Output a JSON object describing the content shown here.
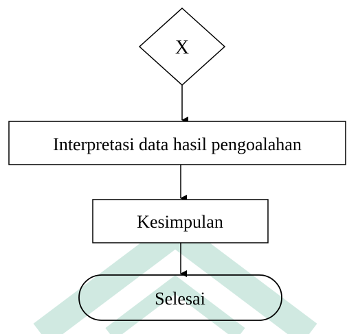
{
  "flowchart": {
    "connector": {
      "label": "X"
    },
    "steps": [
      {
        "label": "Interpretasi data hasil pengoalahan"
      },
      {
        "label": "Kesimpulan"
      }
    ],
    "terminator": {
      "label": "Selesai"
    }
  },
  "colors": {
    "stroke": "#000000",
    "fill": "#ffffff",
    "watermark": "#2e9e7c"
  },
  "watermark": {
    "type": "institutional-logo",
    "partially_visible": true
  }
}
